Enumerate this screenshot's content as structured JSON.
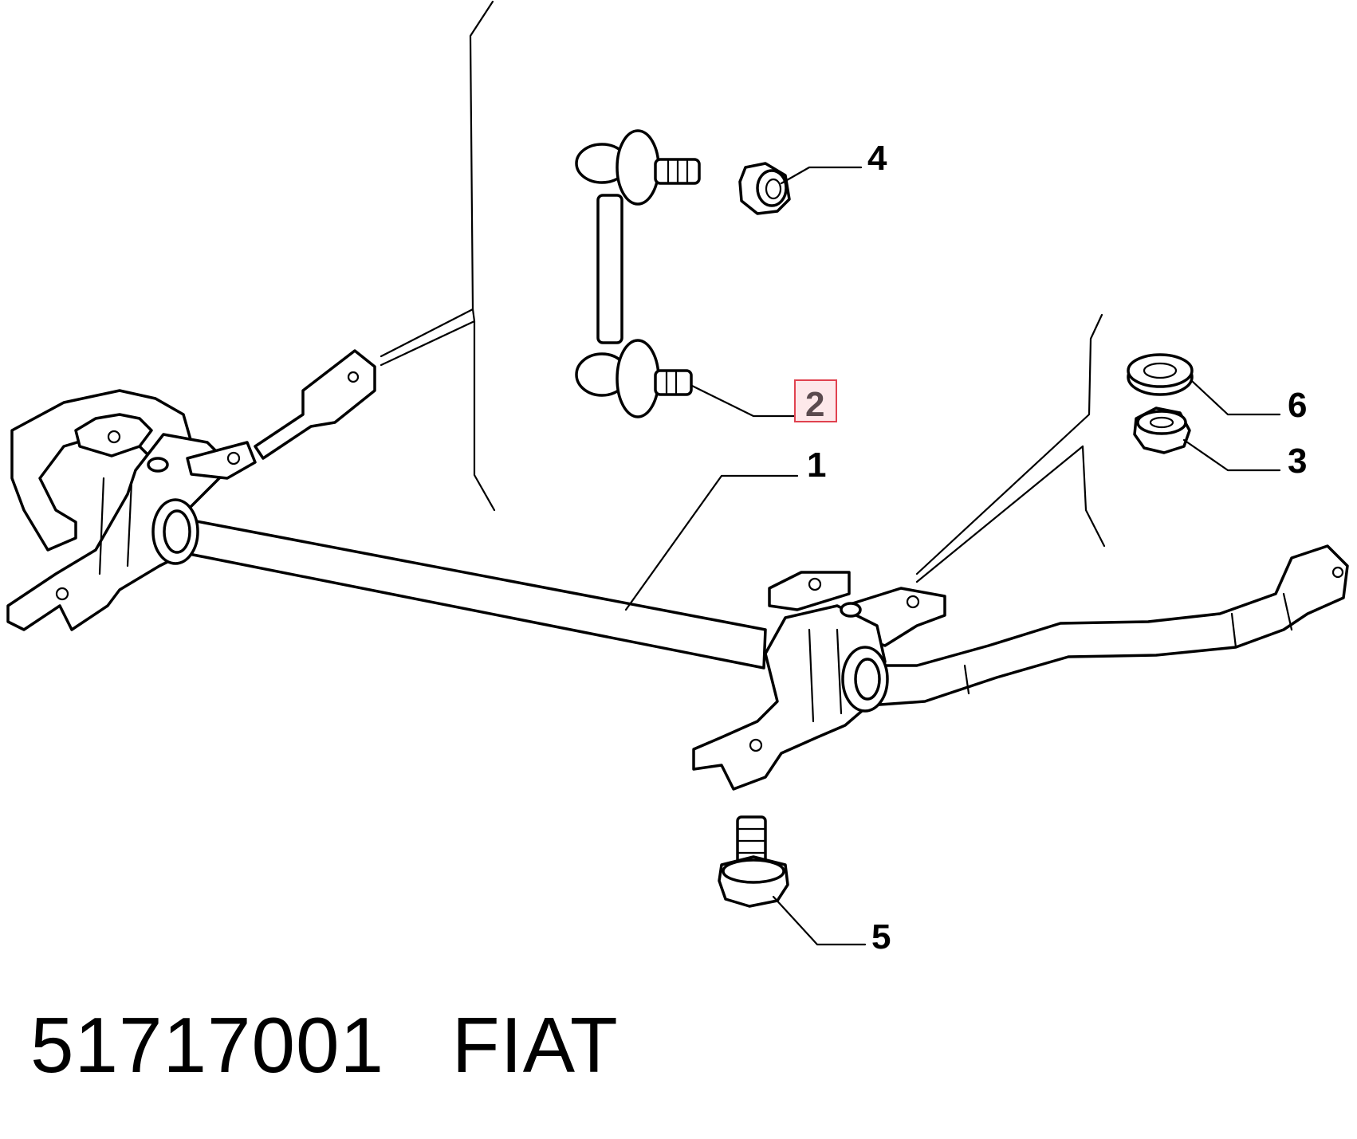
{
  "callouts": [
    {
      "id": "1",
      "label": "1",
      "highlighted": false
    },
    {
      "id": "2",
      "label": "2",
      "highlighted": true
    },
    {
      "id": "3",
      "label": "3",
      "highlighted": false
    },
    {
      "id": "4",
      "label": "4",
      "highlighted": false
    },
    {
      "id": "5",
      "label": "5",
      "highlighted": false
    },
    {
      "id": "6",
      "label": "6",
      "highlighted": false
    }
  ],
  "caption": {
    "part_number": "51717001",
    "brand": "FIAT"
  },
  "colors": {
    "line": "#000000",
    "background": "#ffffff",
    "highlight_border": "#e0424f",
    "highlight_fill": "#fde8ea"
  }
}
